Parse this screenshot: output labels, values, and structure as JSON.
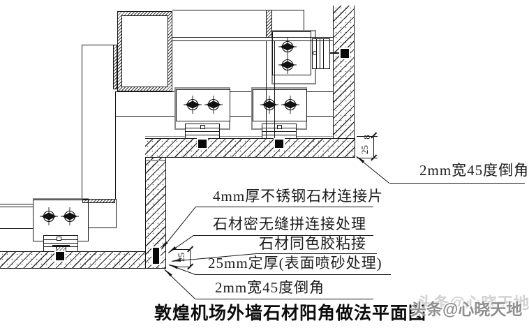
{
  "drawing": {
    "title": "敦煌机场外墙石材阳角做法平面图",
    "watermark": "头条@心晓天地",
    "callouts": {
      "chamfer_top_right": "2mm宽45度倒角",
      "steel_connector": "4mm厚不锈钢石材连接片",
      "seamless_joint": "石材密无缝拼连接处理",
      "same_color_adhesive": "石材同色胶粘接",
      "fixed_thickness": "25mm定厚(表面喷砂处理)",
      "chamfer_bottom": "2mm宽45度倒角"
    },
    "dimensions": {
      "stone_thickness_right": "25",
      "joint_width_right": "8",
      "stone_thickness_bottom": "25"
    },
    "colors": {
      "line": "#161616",
      "bracket_gray": "#8a8a8a",
      "watermark_gray": "#8f8f8f",
      "background": "#ffffff"
    }
  }
}
